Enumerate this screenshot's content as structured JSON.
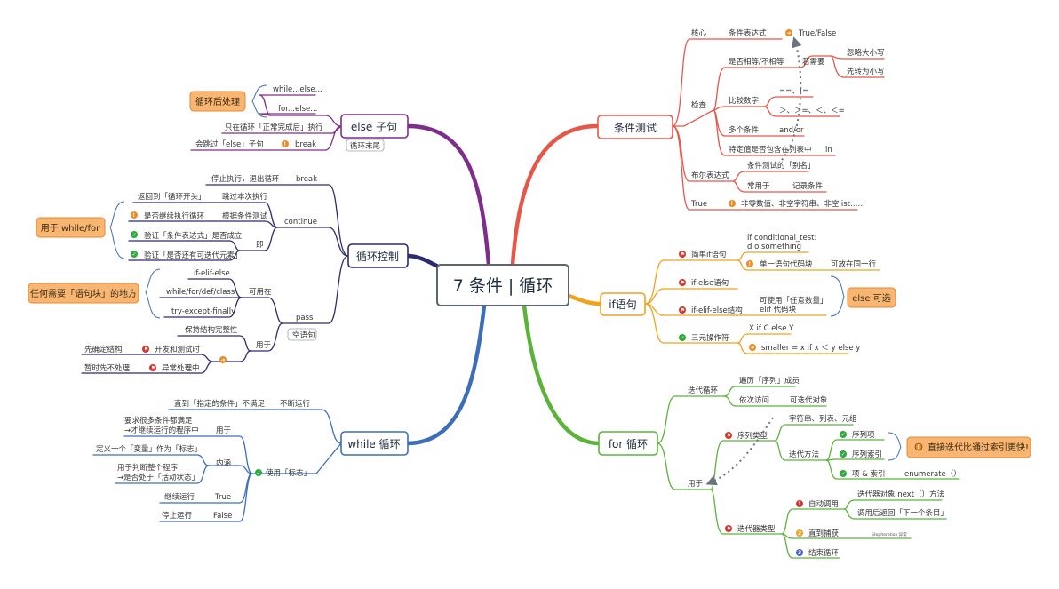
{
  "central_topic": "7 条件 | 循环",
  "colors": {
    "if_test": "#e4584a",
    "if": "#f0a21e",
    "for": "#5bb33a",
    "while": "#3d6fb8",
    "loop_ctrl": "#2c2b6e",
    "else": "#7f2d8a",
    "note_fill": "#f9b572",
    "note_stroke": "#e08a35"
  },
  "icons": {
    "priority_1": "red-circle-1",
    "priority_2": "orange-circle-2",
    "priority_3": "blue-circle-3",
    "flag": "red-flag-icon",
    "check": "green-check-icon",
    "important": "orange-exclamation-icon",
    "arrow": "orange-arrow-icon"
  },
  "branches": {
    "if_test": {
      "label": "条件测试",
      "core": {
        "label": "核心",
        "expr": "条件表达式",
        "result": "True/False"
      },
      "check": {
        "label": "检查",
        "eq": {
          "label": "是否相等/不相等",
          "need": "若需要",
          "ignore_case": "忽略大小写",
          "lower": "先转为小写"
        },
        "compare": {
          "label": "比较数字",
          "ops1": "==、!=",
          "ops2": "＞、＞=、＜、＜="
        },
        "multi": {
          "label": "多个条件",
          "ops": "and/or"
        },
        "contains": {
          "label": "特定值是否包含在列表中",
          "op": "in"
        }
      },
      "bool": {
        "label": "布尔表达式",
        "alias": "条件测试的「别名」",
        "used": "常用于",
        "used_for": "记录条件"
      },
      "true": {
        "label": "True",
        "desc": "非零数值、非空字符串、非空list……"
      }
    },
    "if": {
      "label": "if语句",
      "simple": {
        "label": "简单if语句",
        "code1": "if conditional_test:",
        "code2": "d    o  something",
        "single": "单一语句代码块",
        "same_line": "可放在同一行"
      },
      "ifelse": {
        "label": "if-else语句"
      },
      "ifelif": {
        "label": "if-elif-else结构",
        "desc1": "可使用「任意数量」",
        "desc2": "elif 代码块"
      },
      "ternary": {
        "label": "三元操作符",
        "form": "X if C else Y",
        "example": "smaller = x if x ＜ y else y"
      },
      "note": "else 可选"
    },
    "for": {
      "label": "for 循环",
      "iter": {
        "label": "迭代循环",
        "traverse": "遍历「序列」成员",
        "visit": "依次访问",
        "object": "可迭代对象"
      },
      "used": "用于",
      "seq": {
        "label": "序列类型",
        "types": "字符串、列表、元组",
        "method": "迭代方法",
        "item": "序列项",
        "index": "序列索引",
        "both": "项 & 索引",
        "enumerate": "enumerate（）"
      },
      "iterator": {
        "label": "迭代器类型",
        "auto": "自动调用",
        "next": "迭代器对象 next（）方法",
        "returns": "调用后返回「下一个条目」",
        "until": "直到捕获",
        "stop": "StopIteration 异常",
        "end": "结束循环"
      },
      "note": "直接迭代比通过索引更快!"
    },
    "while": {
      "label": "while 循环",
      "until": {
        "text": "直到「指定的条件」不满足",
        "run": "不断运行"
      },
      "flag": {
        "label": "使用「标志」",
        "used": "用于",
        "used_d1": "要求很多条件都满足",
        "used_d2": "→才继续运行的程序中",
        "meaning": "内涵",
        "m1": "定义一个「变量」作为「标志」",
        "m2a": "用于判断整个程序",
        "m2b": "→是否处于「活动状态」",
        "cont_text": "继续运行",
        "cont_val": "True",
        "stop_text": "停止运行",
        "stop_val": "False"
      }
    },
    "loop_ctrl": {
      "label": "循环控制",
      "break": {
        "label": "break",
        "desc": "停止执行，退出循环"
      },
      "continue": {
        "label": "continue",
        "skip": "跳过本次执行",
        "back": "返回到「循环开头」",
        "by": "根据条件测试",
        "whether": "是否继续执行循环",
        "ie": "即",
        "v1": "验证「条件表达式」是否成立",
        "v2": "验证「是否还有可迭代元素」"
      },
      "pass": {
        "label": "pass",
        "empty": "空语句",
        "usable": "可用在",
        "u1": "if-elif-else",
        "u2": "while/for/def/class",
        "u3": "try-except-finally",
        "used": "用于",
        "keep": "保持结构完整性",
        "dev": "开发和测试时",
        "dev_d": "先确定结构",
        "exc": "异常处理中",
        "exc_d": "暂时先不处理"
      },
      "note_for": "用于 while/for",
      "note_block": "任何需要「语句块」的地方"
    },
    "else": {
      "label": "else 子句",
      "we": "while...else...",
      "fe": "for...else...",
      "only": "只在循环「正常完成后」执行",
      "skip": "会跳过「else」子句",
      "brk": "break",
      "end": "循环末尾",
      "note": "循环后处理"
    }
  }
}
